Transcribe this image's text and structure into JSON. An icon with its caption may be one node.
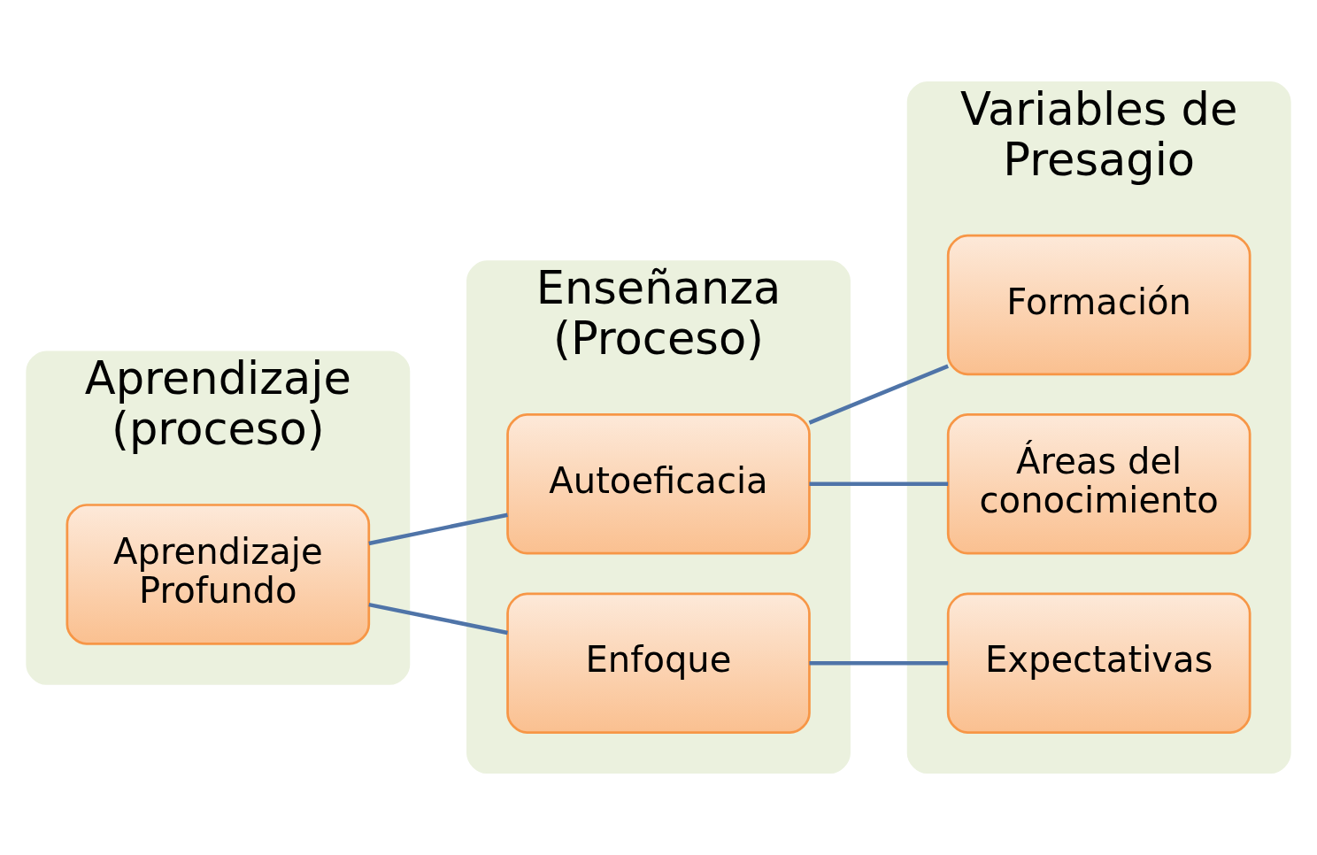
{
  "diagram": {
    "nodes": [
      {
        "text": [
          "Aprendizaje (proceso)"
        ]
      },
      {
        "text": [
          "Aprendizaje Profundo"
        ],
        "in": 0
      },
      {
        "text": [
          "Enseñanza (Proceso)"
        ]
      },
      {
        "text": [
          "Autoeficacia"
        ],
        "in": 2
      },
      {
        "text": [
          "Enfoque"
        ],
        "in": 2
      },
      {
        "text": [
          "Variables de Presagio"
        ]
      },
      {
        "text": [
          "Formación"
        ],
        "in": 5
      },
      {
        "text": [
          "Áreas del conocimiento"
        ],
        "in": 5
      },
      {
        "text": [
          "Expectativas"
        ],
        "in": 5
      }
    ],
    "edges": [
      {
        "from": 1,
        "to": 3,
        "arrow": "none"
      },
      {
        "from": 1,
        "to": 4,
        "arrow": "none"
      },
      {
        "from": 3,
        "to": 6,
        "arrow": "none"
      },
      {
        "from": 3,
        "to": 7,
        "arrow": "none"
      },
      {
        "from": 4,
        "to": 8,
        "arrow": "none"
      }
    ]
  }
}
